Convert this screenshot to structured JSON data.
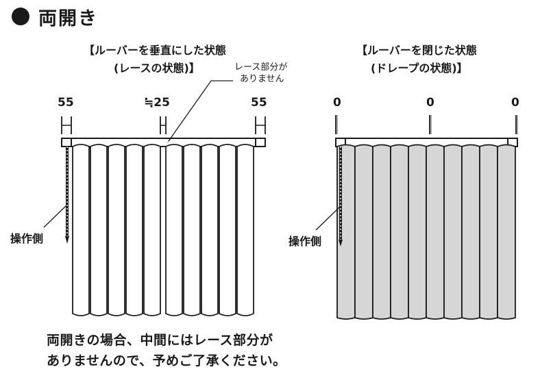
{
  "title": "両開き",
  "left_panel": {
    "heading_line1": "【ルーバーを垂直にした状態",
    "heading_line2": "(レースの状態)】",
    "note_line1": "レース部分が",
    "note_line2": "ありません",
    "dim_left": "55",
    "dim_center": "≒25",
    "dim_right": "55",
    "side_label": "操作側"
  },
  "right_panel": {
    "heading_line1": "【ルーバーを閉じた状態",
    "heading_line2": "(ドレープの状態)】",
    "dim_left": "0",
    "dim_center": "0",
    "dim_right": "0",
    "side_label": "操作側"
  },
  "caption": {
    "line1": "両開きの場合、中間にはレース部分が",
    "line2": "ありませんので、予めご了承ください。"
  },
  "colors": {
    "ink": "#1a1a1a",
    "open_fabric": "#ffffff",
    "closed_fabric": "#d6d6d6"
  }
}
